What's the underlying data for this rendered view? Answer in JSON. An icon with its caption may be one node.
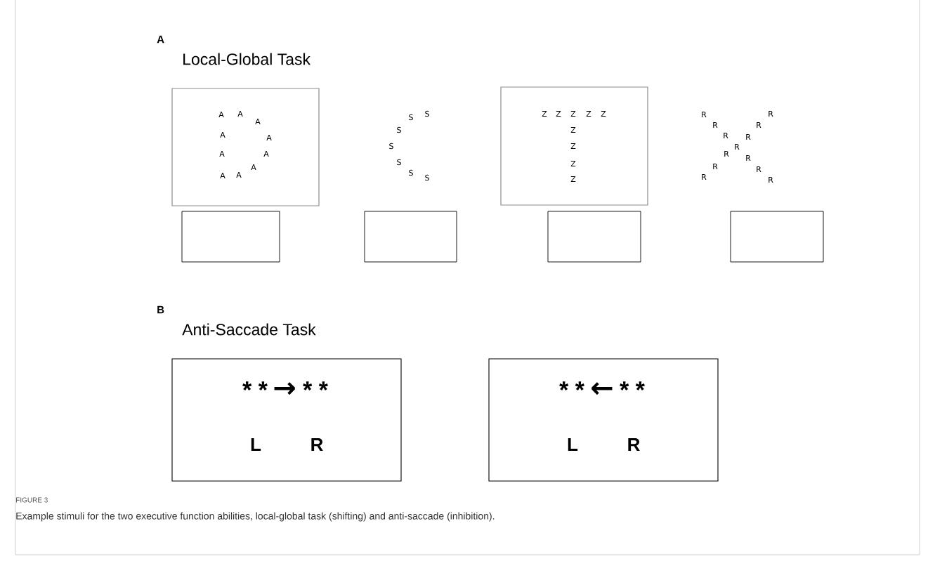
{
  "diagram": {
    "caption": "Example stimuli for the two executive function abilities, local-global task (shifting) and anti-saccade (inhibition).",
    "nodes": [
      {
        "text": [
          "A",
          "A",
          "A",
          "A",
          "A",
          "A",
          "A",
          "A",
          "A",
          "A"
        ]
      },
      {
        "text": [
          "Z",
          "Z",
          "Z",
          "Z",
          "Z",
          "Z",
          "Z",
          "Z",
          "Z"
        ]
      },
      {
        "text": [],
        "shape": "box"
      },
      {
        "text": [],
        "shape": "box"
      },
      {
        "text": [],
        "shape": "box"
      },
      {
        "text": [],
        "shape": "box"
      },
      {
        "text": [
          "* *",
          "→",
          "* *",
          "L",
          "R"
        ]
      },
      {
        "text": [
          "* *",
          "←",
          "* *",
          "L",
          "R"
        ]
      }
    ],
    "labels": [
      "A",
      "Local-Global Task",
      "S",
      "S",
      "S",
      "S",
      "S",
      "S",
      "S",
      "R",
      "R",
      "R",
      "R",
      "R",
      "R",
      "R",
      "R",
      "R",
      "R",
      "R",
      "R",
      "R",
      "B",
      "Anti-Saccade Task",
      "FIGURE 3"
    ]
  }
}
